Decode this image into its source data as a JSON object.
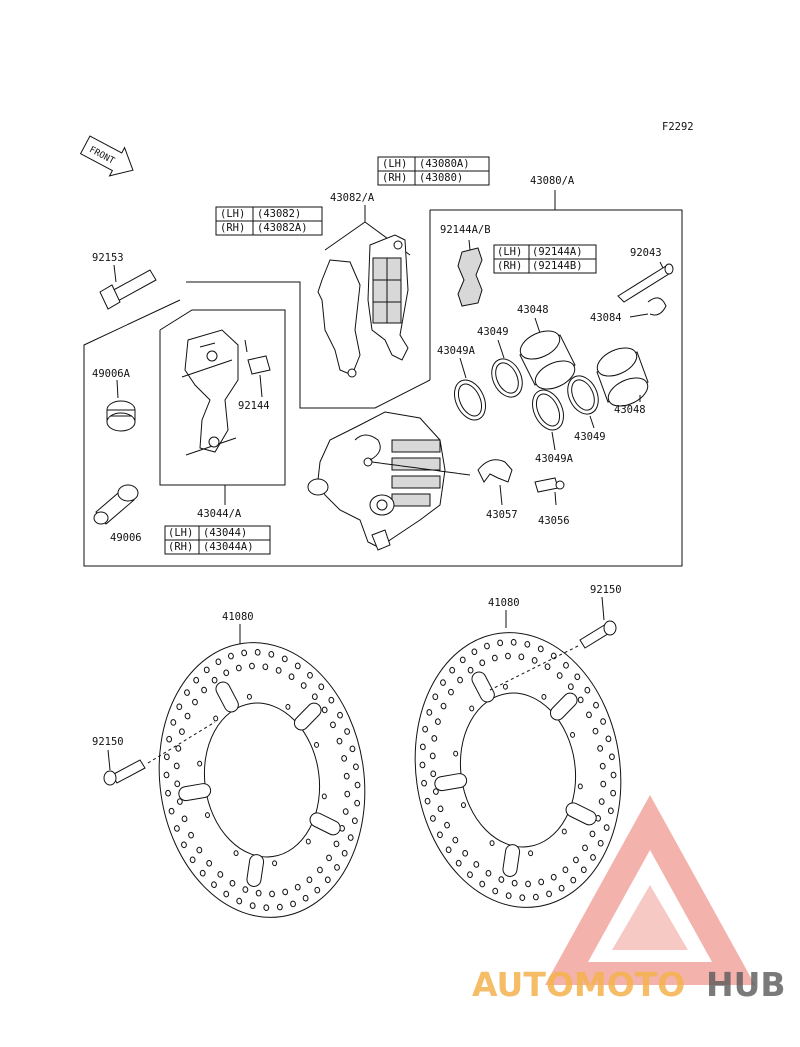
{
  "figure_code": "F2292",
  "front_arrow_label": "FRONT",
  "part_labels": {
    "p43080A_group": "43080/A",
    "p43082A_group": "43082/A",
    "p92144AB": "92144A/B",
    "p92043": "92043",
    "p43084": "43084",
    "p43048_top": "43048",
    "p43049_top": "43049",
    "p43049A_top": "43049A",
    "p43048_right": "43048",
    "p43049_right": "43049",
    "p43049A_right": "43049A",
    "p92153": "92153",
    "p49006A": "49006A",
    "p49006": "49006",
    "p92144": "92144",
    "p43044A_group": "43044/A",
    "p43057": "43057",
    "p43056": "43056",
    "p41080_left": "41080",
    "p41080_right": "41080",
    "p92150_left": "92150",
    "p92150_right": "92150"
  },
  "variant_tables": {
    "t43080": [
      {
        "side": "(LH)",
        "part": "(43080A)"
      },
      {
        "side": "(RH)",
        "part": "(43080)"
      }
    ],
    "t43082": [
      {
        "side": "(LH)",
        "part": "(43082)"
      },
      {
        "side": "(RH)",
        "part": "(43082A)"
      }
    ],
    "t92144": [
      {
        "side": "(LH)",
        "part": "(92144A)"
      },
      {
        "side": "(RH)",
        "part": "(92144B)"
      }
    ],
    "t43044": [
      {
        "side": "(LH)",
        "part": "(43044)"
      },
      {
        "side": "(RH)",
        "part": "(43044A)"
      }
    ]
  },
  "watermark": {
    "brand_part1": "AUTOMOTO",
    "brand_part2": "HUB",
    "color_primary": "#e8564b",
    "color_secondary": "#f4b24d",
    "color_dark": "#5a5a5a"
  }
}
